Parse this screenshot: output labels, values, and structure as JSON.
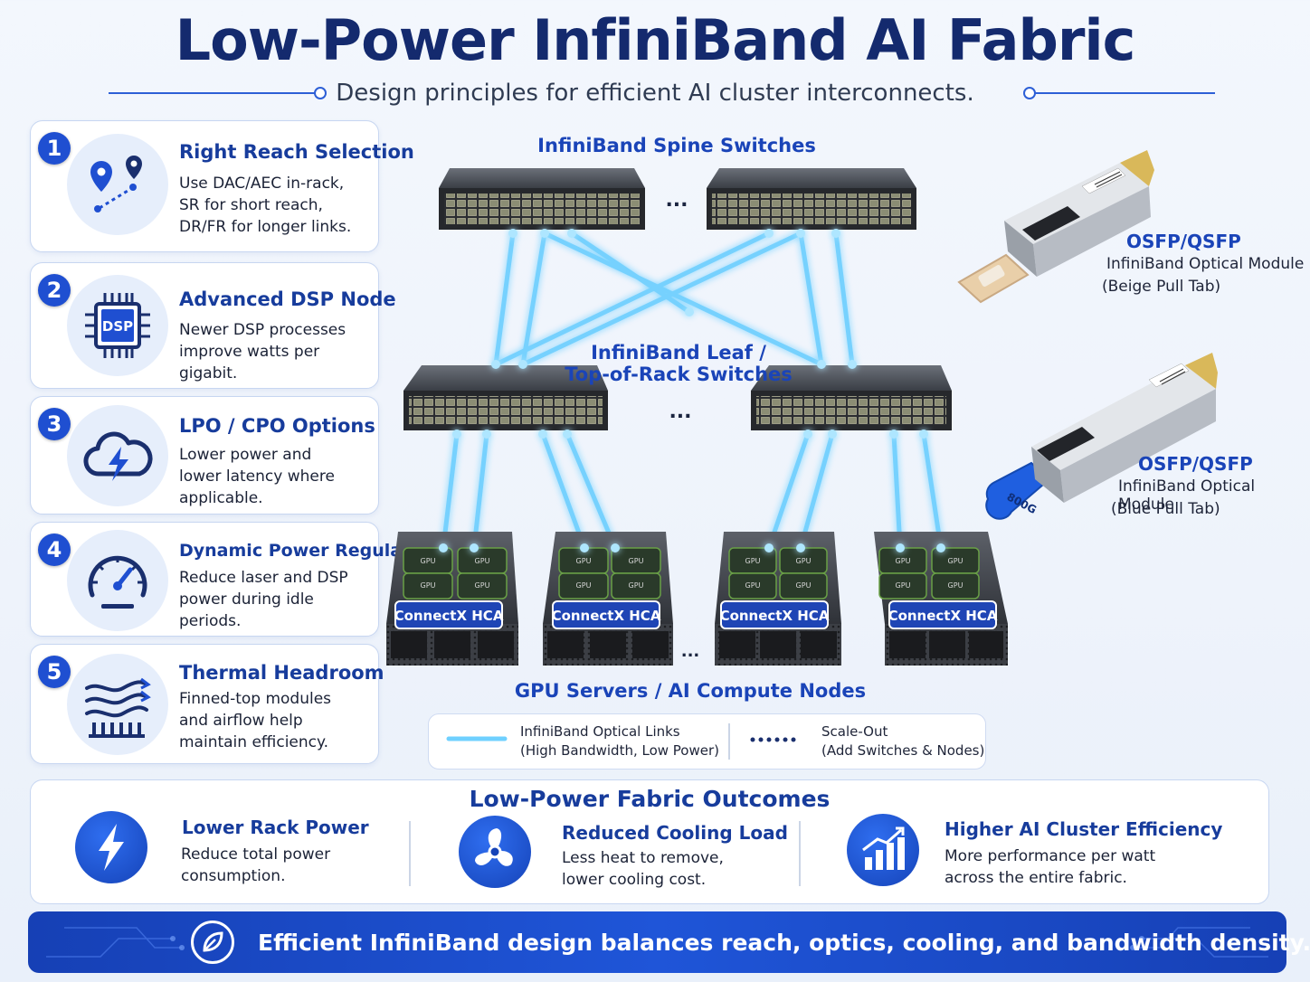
{
  "header": {
    "title": "Low-Power InfiniBand AI Fabric",
    "subtitle": "Design principles for efficient AI cluster interconnects."
  },
  "principles": [
    {
      "num": "1",
      "title": "Right Reach Selection",
      "lines": [
        "Use DAC/AEC in-rack,",
        "SR for short reach,",
        "DR/FR for longer links."
      ],
      "icon": "location-pins-icon"
    },
    {
      "num": "2",
      "title": "Advanced DSP Node",
      "lines": [
        "Newer DSP processes",
        "improve watts per gigabit."
      ],
      "icon": "dsp-chip-icon",
      "chip_text": "DSP"
    },
    {
      "num": "3",
      "title": "LPO / CPO Options",
      "lines": [
        "Lower power and",
        "lower latency where",
        "applicable."
      ],
      "icon": "cloud-lightning-icon"
    },
    {
      "num": "4",
      "title": "Dynamic Power Regulation",
      "lines": [
        "Reduce laser and DSP",
        "power during idle",
        "periods."
      ],
      "icon": "gauge-icon"
    },
    {
      "num": "5",
      "title": "Thermal Headroom",
      "lines": [
        "Finned-top modules",
        "and airflow help",
        "maintain efficiency."
      ],
      "icon": "airflow-icon"
    }
  ],
  "diagram": {
    "spine_label": "InfiniBand Spine Switches",
    "leaf_label_1": "InfiniBand Leaf /",
    "leaf_label_2": "Top-of-Rack Switches",
    "server_label": "GPU Servers / AI Compute Nodes",
    "hca_label": "ConnectX HCA",
    "gpu_label": "GPU",
    "ellipsis": "..."
  },
  "modules": [
    {
      "label": "OSFP/QSFP",
      "line1": "InfiniBand Optical Module",
      "line2": "(Beige Pull Tab)",
      "tab_color": "#e9cfa9"
    },
    {
      "label": "OSFP/QSFP",
      "line1": "InfiniBand Optical Module",
      "line2": "(Blue Pull Tab)",
      "tab_color": "#1f5fe0",
      "tab_text": "800G"
    }
  ],
  "legend": {
    "optical_1": "InfiniBand Optical Links",
    "optical_2": "(High Bandwidth, Low Power)",
    "scale_1": "Scale-Out",
    "scale_2": "(Add Switches & Nodes)"
  },
  "outcomes": {
    "title": "Low-Power Fabric Outcomes",
    "items": [
      {
        "title": "Lower Rack Power",
        "lines": [
          "Reduce total power",
          "consumption."
        ],
        "icon": "lightning-icon"
      },
      {
        "title": "Reduced Cooling Load",
        "lines": [
          "Less heat to remove,",
          "lower cooling cost."
        ],
        "icon": "fan-icon"
      },
      {
        "title": "Higher AI Cluster Efficiency",
        "lines": [
          "More performance per watt",
          "across the entire fabric."
        ],
        "icon": "bar-chart-icon"
      }
    ]
  },
  "banner": {
    "text": "Efficient InfiniBand design balances reach, optics, cooling, and bandwidth density.",
    "icon": "leaf-icon"
  },
  "colors": {
    "accent": "#1f4fd1",
    "link": "#5fc3ff",
    "navy": "#142a6e"
  }
}
